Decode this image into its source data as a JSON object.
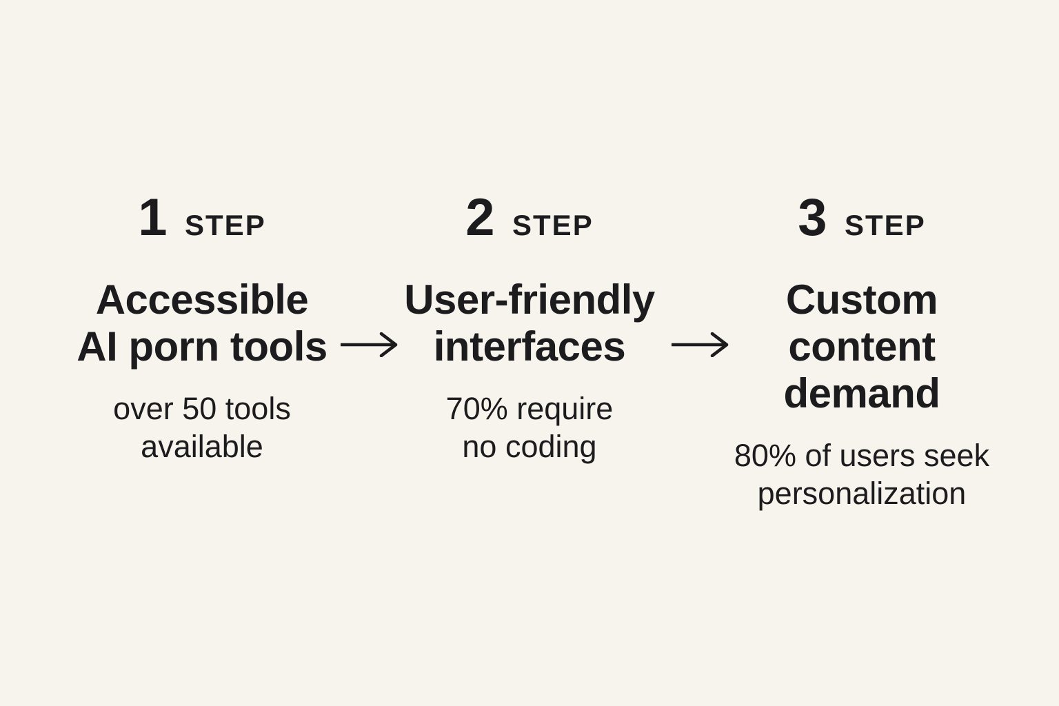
{
  "figure": {
    "background_color": "#f7f4ed",
    "text_color": "#1c1c1e",
    "arrow_color": "#1c1c1e"
  },
  "steps": [
    {
      "number": "1",
      "label": "STEP",
      "title": "Accessible\nAI porn tools",
      "subtitle": "over 50 tools\navailable"
    },
    {
      "number": "2",
      "label": "STEP",
      "title": "User-friendly\ninterfaces",
      "subtitle": "70% require\nno coding"
    },
    {
      "number": "3",
      "label": "STEP",
      "title": "Custom\ncontent\ndemand",
      "subtitle": "80% of users seek\npersonalization"
    }
  ]
}
